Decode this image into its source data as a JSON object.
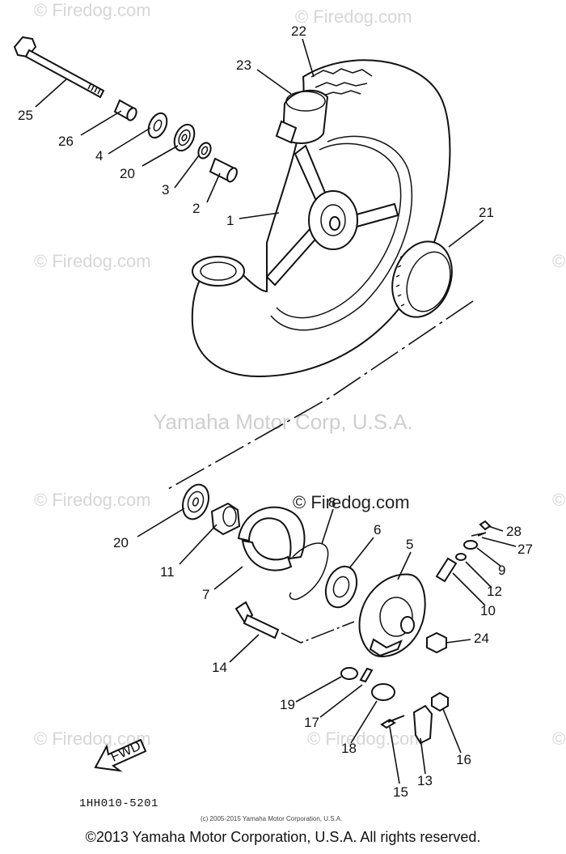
{
  "watermark_text": "© Firedog.com",
  "watermark_center": "Yamaha Motor Corp, U.S.A.",
  "watermark_mid_dark": "© Firedog.com",
  "diagram_code": "1HH010-5201",
  "fwd_label": "FWD",
  "small_copyright": "(c) 2005-2015 Yamaha Motor Corporation, U.S.A.",
  "footer_copyright": "©2013 Yamaha Motor Corporation, U.S.A. All rights reserved.",
  "callouts": {
    "p1": "1",
    "p2": "2",
    "p3": "3",
    "p4": "4",
    "p5": "5",
    "p6": "6",
    "p7": "7",
    "p8": "8",
    "p9": "9",
    "p10": "10",
    "p11": "11",
    "p12": "12",
    "p13": "13",
    "p14": "14",
    "p15": "15",
    "p16": "16",
    "p17": "17",
    "p18": "18",
    "p19": "19",
    "p20a": "20",
    "p20b": "20",
    "p21": "21",
    "p22": "22",
    "p23": "23",
    "p24": "24",
    "p25": "25",
    "p26": "26",
    "p27": "27",
    "p28": "28"
  }
}
